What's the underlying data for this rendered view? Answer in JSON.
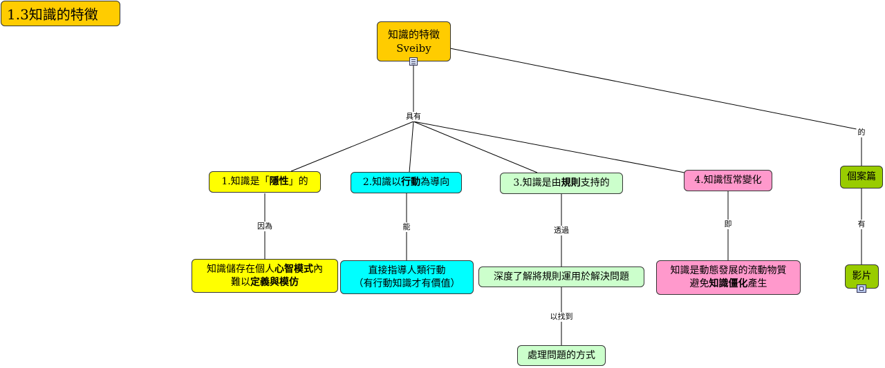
{
  "page_title": "1.3知識的特徵",
  "root": {
    "line1": "知識的特徵",
    "line2": "Sveiby",
    "icon": "document-icon"
  },
  "link_labels": {
    "has": "具有",
    "of": "的",
    "because": "因為",
    "can": "能",
    "through": "透過",
    "to_find": "以找到",
    "namely": "即",
    "has_item": "有"
  },
  "features": [
    {
      "prefix": "1.知識是「",
      "bold": "隱性",
      "suffix": "」的"
    },
    {
      "prefix": "2.知識以",
      "bold": "行動",
      "suffix": "為導向"
    },
    {
      "prefix": "3.知識是由",
      "bold": "規則",
      "suffix": "支持的"
    },
    {
      "prefix": "4.知識恆常變化",
      "bold": "",
      "suffix": ""
    }
  ],
  "details": [
    {
      "l1_prefix": "知識儲存在個人",
      "l1_bold": "心智模式",
      "l1_suffix": "內",
      "l2_prefix": "難以",
      "l2_bold": "定義與模仿",
      "l2_suffix": ""
    },
    {
      "line1": "直接指導人類行動",
      "line2": "（有行動知識才有價值）"
    },
    {
      "line1": "深度了解將規則運用於解決問題"
    },
    {
      "line1": "知識是動態發展的流動物質",
      "l2_prefix": "避免",
      "l2_bold": "知識僵化",
      "l2_suffix": "產生"
    }
  ],
  "method": "處理問題的方式",
  "case_node": "個案篇",
  "video_node": {
    "label": "影片",
    "icon": "film-icon"
  },
  "colors": {
    "yellow": "#ffff00",
    "cyan": "#00ffff",
    "mint": "#ccffcc",
    "pink": "#ff99cc",
    "orange": "#ffcc00",
    "green": "#99cc00"
  }
}
